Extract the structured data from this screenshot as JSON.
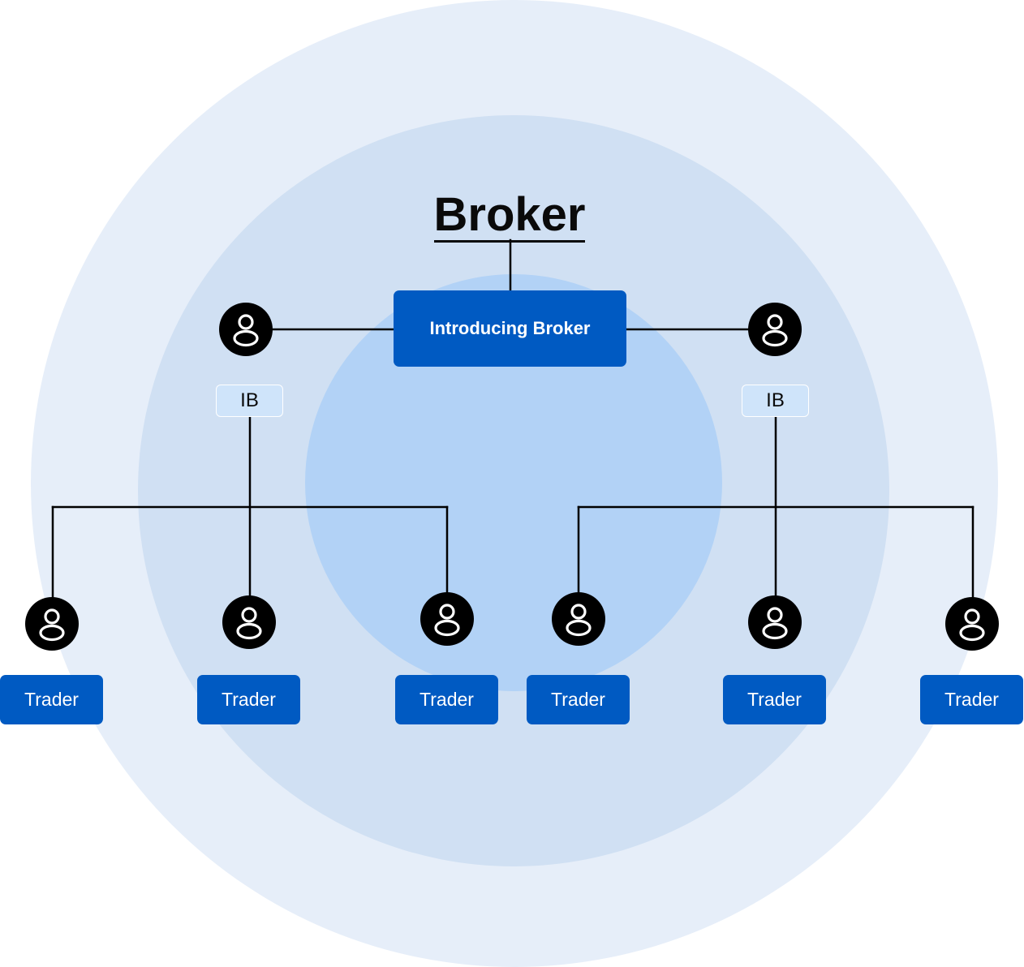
{
  "diagram": {
    "title": "Broker",
    "hub_label": "Introducing Broker",
    "branches": [
      {
        "tag": "IB",
        "traders": [
          "Trader",
          "Trader",
          "Trader"
        ]
      },
      {
        "tag": "IB",
        "traders": [
          "Trader",
          "Trader",
          "Trader"
        ]
      }
    ]
  },
  "icons": {
    "person": "user-icon"
  },
  "colors": {
    "ring_outer": "#e6eef9",
    "ring_middle": "#d0e0f3",
    "ring_inner": "#b2d2f6",
    "box_fill": "#005ac2",
    "tag_fill": "#cfe4fa",
    "avatar_fill": "#000000",
    "connector": "#000000"
  }
}
